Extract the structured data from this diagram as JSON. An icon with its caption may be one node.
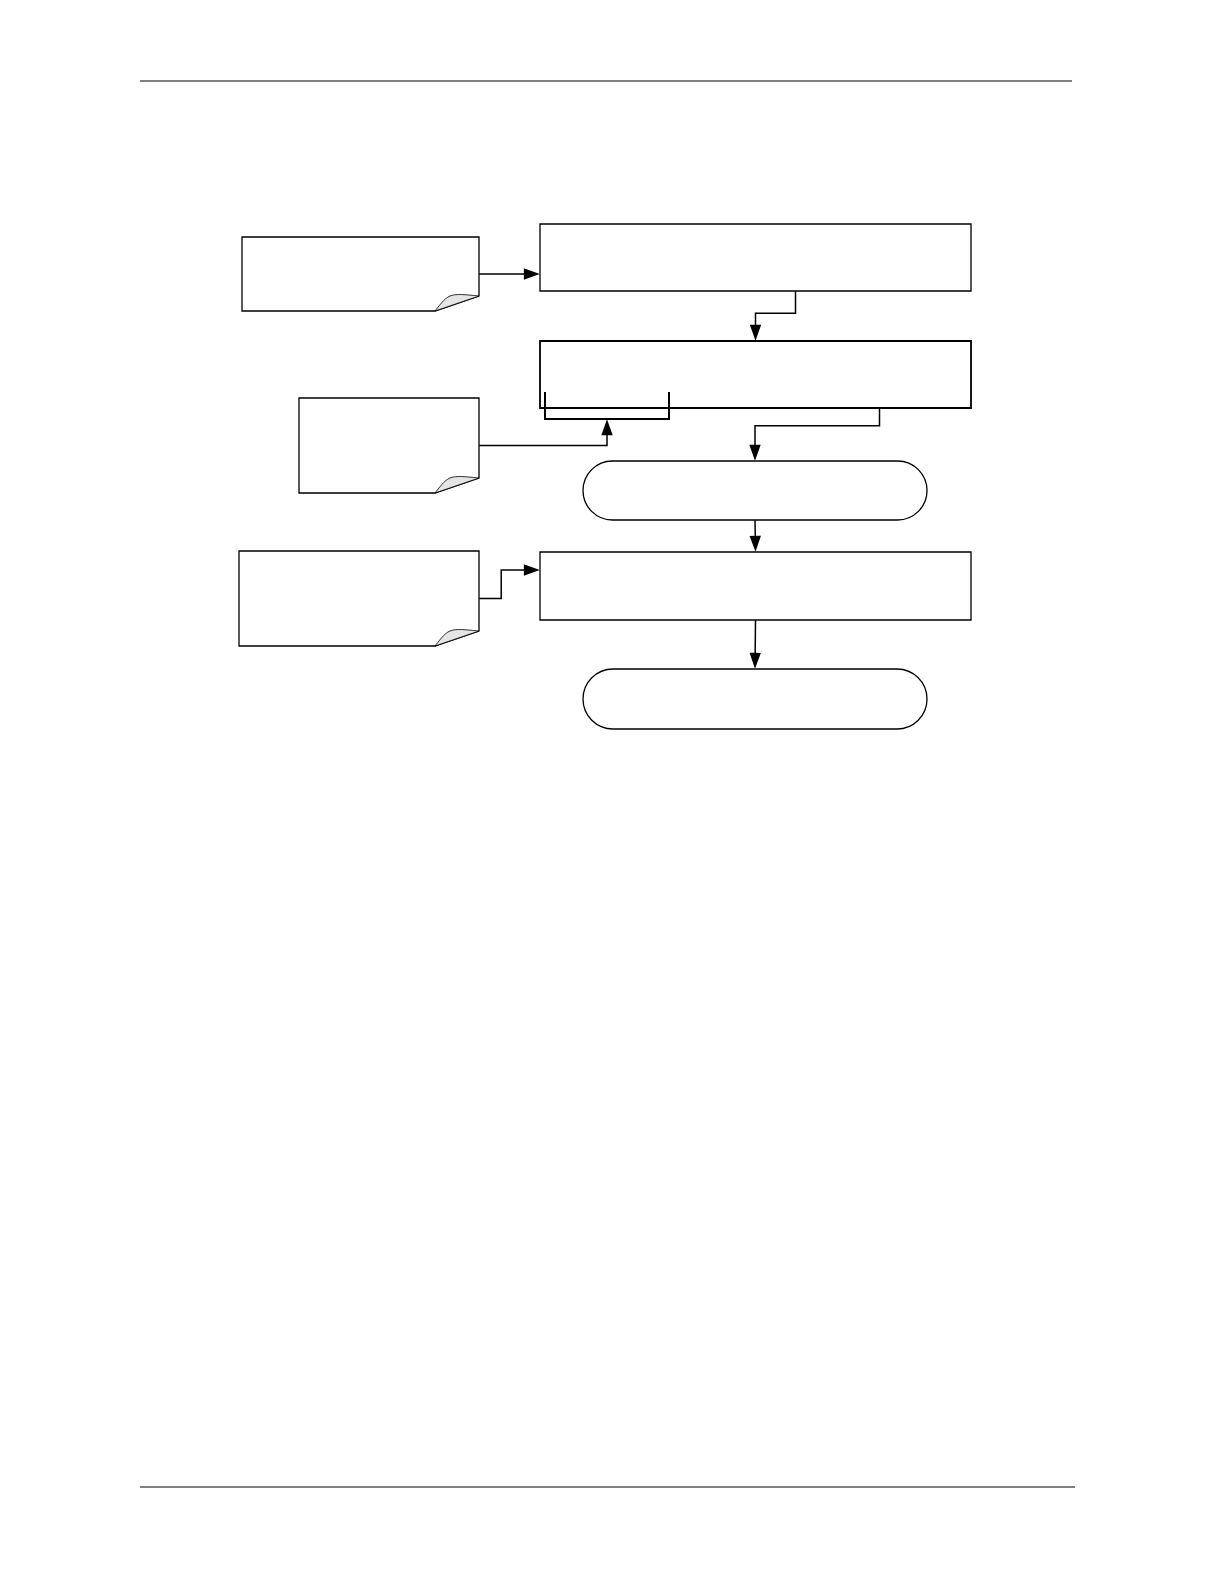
{
  "diagram": {
    "nodes": [
      {
        "text": [],
        "shape": "document"
      },
      {
        "text": [],
        "shape": "box"
      },
      {
        "text": [],
        "shape": "box"
      },
      {
        "text": [],
        "shape": "bracket"
      },
      {
        "text": [],
        "shape": "document"
      },
      {
        "text": [],
        "shape": "terminal"
      },
      {
        "text": [],
        "shape": "document"
      },
      {
        "text": [],
        "shape": "box"
      },
      {
        "text": [],
        "shape": "terminal"
      }
    ],
    "edges": [
      {
        "from": 0,
        "to": 1,
        "arrow": "to"
      },
      {
        "from": 1,
        "to": 2,
        "arrow": "to"
      },
      {
        "from": 4,
        "to": 3,
        "arrow": "to"
      },
      {
        "from": 2,
        "to": 5,
        "arrow": "to"
      },
      {
        "from": 5,
        "to": 7,
        "arrow": "to"
      },
      {
        "from": 6,
        "to": 7,
        "arrow": "to"
      },
      {
        "from": 7,
        "to": 8,
        "arrow": "to"
      }
    ]
  }
}
